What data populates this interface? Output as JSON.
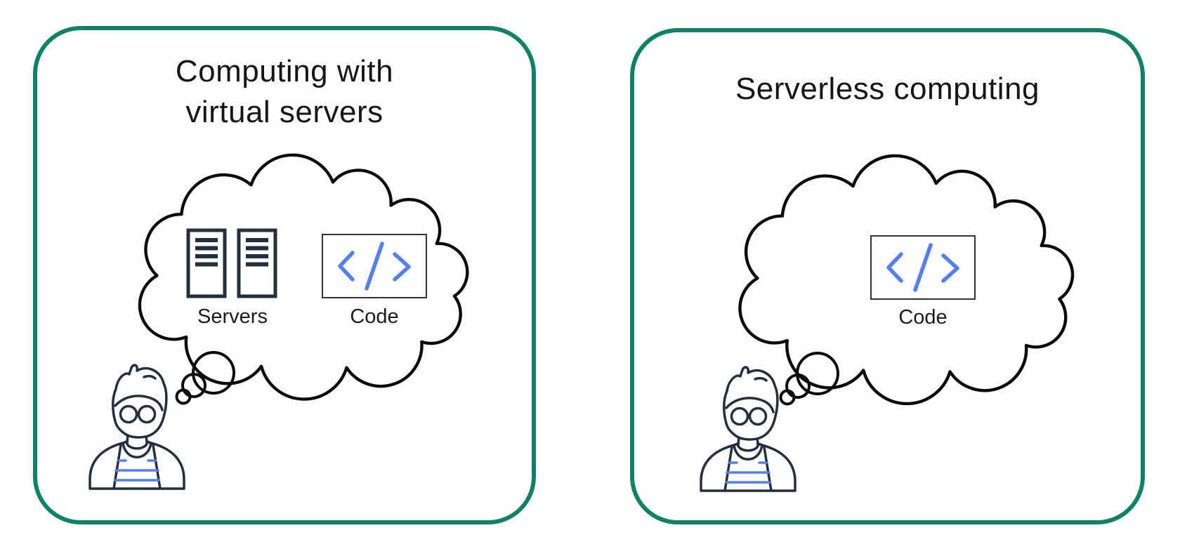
{
  "diagram": {
    "description_icons": {
      "thought_cloud": "thought-cloud-icon",
      "thought_bubbles": "thought-bubbles-icon",
      "person": "person-with-glasses-icon",
      "servers": "servers-icon",
      "code": "code-icon"
    },
    "colors": {
      "panel_border_green": "#0e8266",
      "cloud_black": "#0a0a0a",
      "outline_navy": "#232f3e",
      "accent_blue": "#527fff",
      "text_black": "#161616",
      "background": "#ffffff"
    },
    "panels": [
      {
        "title_lines": [
          "Computing with",
          "virtual servers"
        ],
        "thought_cloud": {
          "items": [
            {
              "icon": "servers-icon",
              "label": "Servers"
            },
            {
              "icon": "code-icon",
              "label": "Code"
            }
          ]
        }
      },
      {
        "title_lines": [
          "Serverless computing"
        ],
        "thought_cloud": {
          "items": [
            {
              "icon": "code-icon",
              "label": "Code"
            }
          ]
        }
      }
    ]
  }
}
